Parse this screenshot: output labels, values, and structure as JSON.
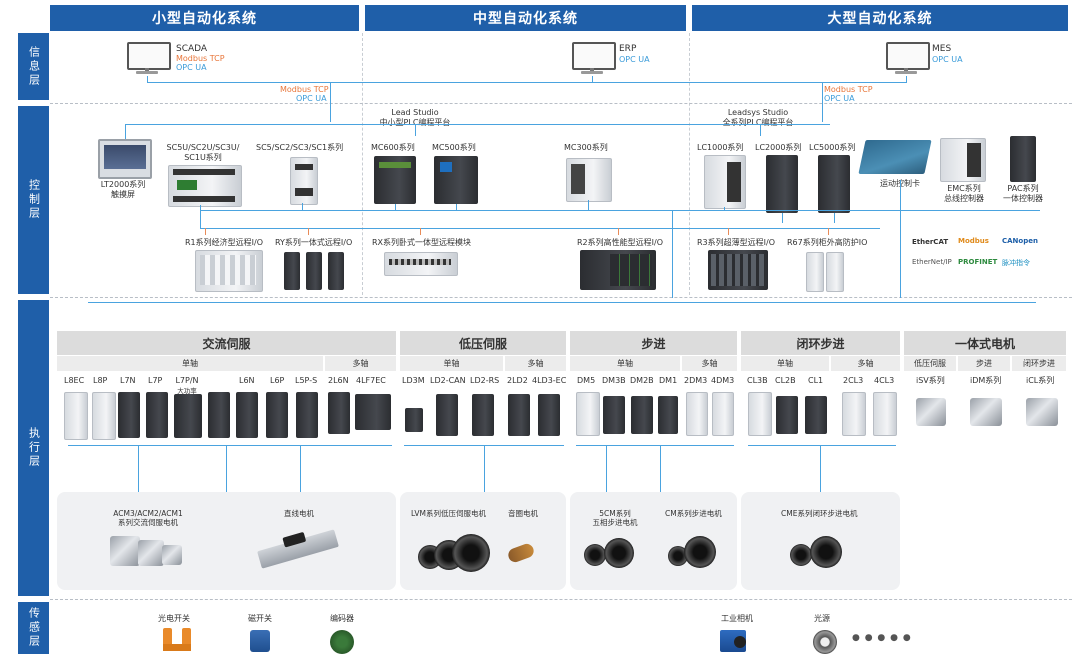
{
  "headers": {
    "small": "小型自动化系统",
    "medium": "中型自动化系统",
    "large": "大型自动化系统"
  },
  "layers": {
    "info": "信息层",
    "control": "控制层",
    "exec": "执行层",
    "sensor": "传感层"
  },
  "info": {
    "scada": {
      "name": "SCADA",
      "p1": "Modbus TCP",
      "p2": "OPC UA"
    },
    "erp": {
      "name": "ERP",
      "p1": "OPC UA"
    },
    "mes": {
      "name": "MES",
      "p1": "OPC UA"
    },
    "link_left": {
      "p1": "Modbus TCP",
      "p2": "OPC UA"
    },
    "link_right": {
      "p1": "Modbus TCP",
      "p2": "OPC UA"
    }
  },
  "control": {
    "lead_studio": {
      "l1": "Lead Studio",
      "l2": "中小型PLC编程平台"
    },
    "leadsys_studio": {
      "l1": "Leadsys Studio",
      "l2": "全系列PLC编程平台"
    },
    "lt2000": {
      "l1": "LT2000系列",
      "l2": "触摸屏"
    },
    "sc5u": {
      "l1": "SC5U/SC2U/SC3U/",
      "l2": "SC1U系列"
    },
    "sc5": "SC5/SC2/SC3/SC1系列",
    "mc600": "MC600系列",
    "mc500": "MC500系列",
    "mc300": "MC300系列",
    "lc1000": "LC1000系列",
    "lc2000": "LC2000系列",
    "lc5000": "LC5000系列",
    "motion_card": "运动控制卡",
    "emc": {
      "l1": "EMC系列",
      "l2": "总线控制器"
    },
    "pac": {
      "l1": "PAC系列",
      "l2": "一体控制器"
    },
    "r1": "R1系列经济型远程I/O",
    "ry": "RY系列一体式远程I/O",
    "rx": "RX系列卧式一体型远程模块",
    "r2": "R2系列高性能型远程I/O",
    "r3": "R3系列超薄型远程I/O",
    "r67": "R67系列柜外高防护IO",
    "buses": [
      "EtherCAT",
      "Modbus",
      "CANopen",
      "EtherNet/IP",
      "PROFINET",
      "脉冲指令"
    ]
  },
  "exec": {
    "sections": {
      "ac_servo": "交流伺服",
      "lv_servo": "低压伺服",
      "stepper": "步进",
      "closed_stepper": "闭环步进",
      "integrated": "一体式电机"
    },
    "single": "单轴",
    "multi": "多轴",
    "integrated_subs": [
      "低压伺服",
      "步进",
      "闭环步进"
    ],
    "ac_single_models": [
      "L8EC",
      "L8P",
      "L7N",
      "L7P",
      "L7P/N",
      "L6N",
      "L6P",
      "L5P-S"
    ],
    "ac_big_note": "大功率",
    "ac_multi_models": [
      "2L6N",
      "4LF7EC"
    ],
    "lv_single_models": [
      "LD3M",
      "LD2-CAN",
      "LD2-RS"
    ],
    "lv_multi_models": [
      "2LD2",
      "4LD3-EC"
    ],
    "st_single_models": [
      "DM5",
      "DM3B",
      "DM2B",
      "DM1"
    ],
    "st_multi_models": [
      "2DM3",
      "4DM3"
    ],
    "cl_single_models": [
      "CL3B",
      "CL2B",
      "CL1"
    ],
    "cl_multi_models": [
      "2CL3",
      "4CL3"
    ],
    "int_models": [
      "iSV系列",
      "iDM系列",
      "iCL系列"
    ],
    "motors": {
      "acm": {
        "l1": "ACM3/ACM2/ACM1",
        "l2": "系列交流伺服电机"
      },
      "linear": "直线电机",
      "lvm": "LVM系列低压伺服电机",
      "voice": "音圈电机",
      "cm5": {
        "l1": "5CM系列",
        "l2": "五相步进电机"
      },
      "cm": "CM系列步进电机",
      "cme": "CME系列闭环步进电机"
    }
  },
  "sensor": {
    "photo": "光电开关",
    "magnetic": "磁开关",
    "encoder": "编码器",
    "camera": "工业相机",
    "light": "光源",
    "more": "● ● ● ● ●"
  },
  "colors": {
    "brand": "#1f5fa9",
    "link": "#4aa3df",
    "accent": "#e88b58"
  }
}
